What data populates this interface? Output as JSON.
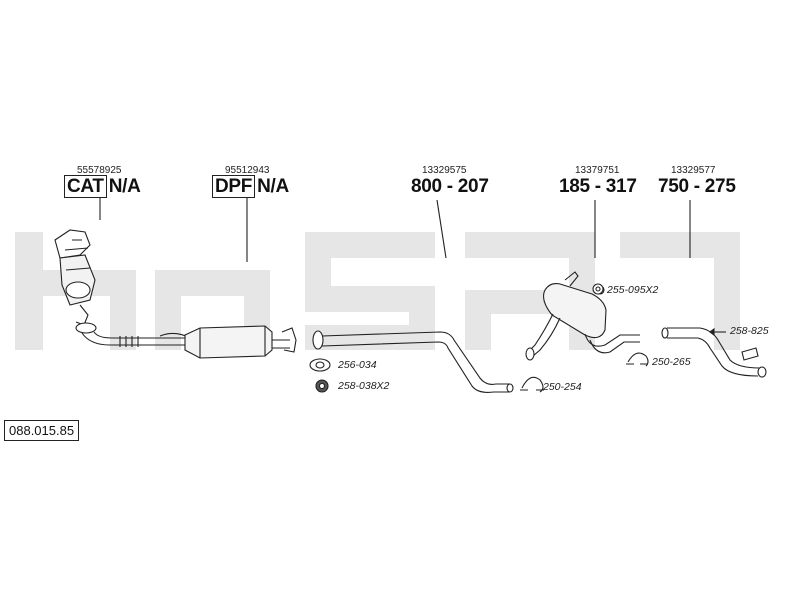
{
  "diagram": {
    "reference": "088.015.85",
    "watermark_text": "bosal",
    "parts": [
      {
        "oe": "55578925",
        "label": "CAT",
        "code": "N/A"
      },
      {
        "oe": "95512943",
        "label": "DPF",
        "code": "N/A"
      },
      {
        "oe": "13329575",
        "label": "",
        "code": "800 - 207"
      },
      {
        "oe": "13379751",
        "label": "",
        "code": "185 - 317"
      },
      {
        "oe": "13329577",
        "label": "",
        "code": "750 - 275"
      }
    ],
    "accessories": [
      {
        "code": "256-034"
      },
      {
        "code": "258-038X2"
      },
      {
        "code": "250-254"
      },
      {
        "code": "255-095X2"
      },
      {
        "code": "250-265"
      },
      {
        "code": "258-825"
      }
    ]
  }
}
